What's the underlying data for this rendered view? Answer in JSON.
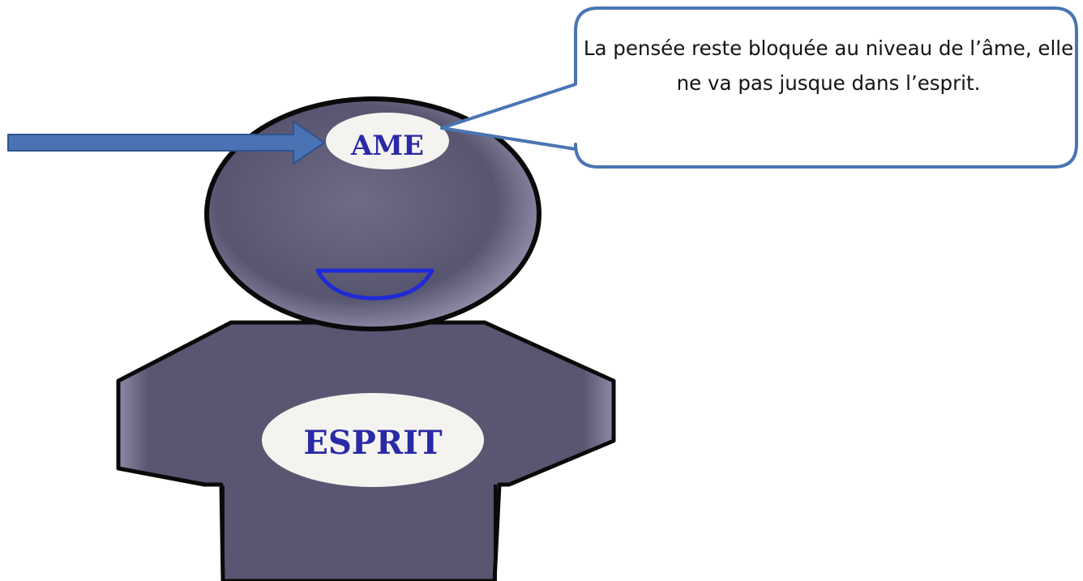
{
  "labels": {
    "soul": "AME",
    "spirit": "ESPRIT"
  },
  "callout": {
    "text": "La pensée reste bloquée au niveau de l’âme, elle ne va pas jusque dans l’esprit."
  },
  "colors": {
    "body_fill": "#585670",
    "outline": "#0a0a0a",
    "label_text": "#2a2aa6",
    "arrow_fill": "#4a73b5",
    "callout_border": "#4a75b3",
    "mouth": "#1f2ad6"
  }
}
